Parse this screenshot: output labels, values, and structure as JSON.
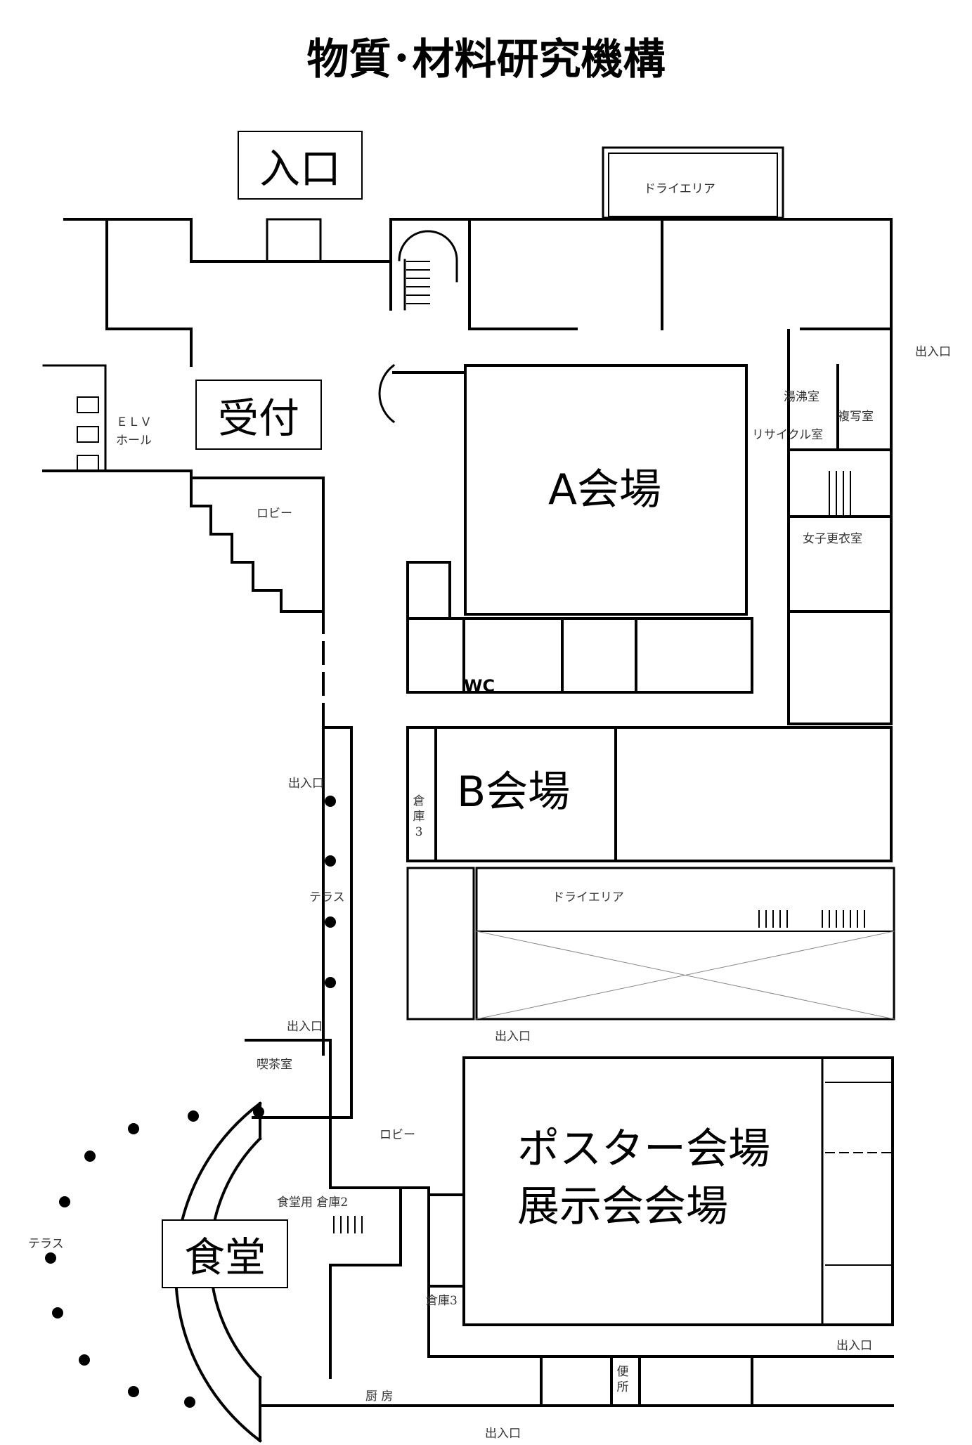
{
  "title": "物質･材料研究機構",
  "labels": {
    "entrance": "入口",
    "reception": "受付",
    "cafeteria": "食堂",
    "hall_a": "A会場",
    "hall_b": "B会場",
    "poster_line1": "ポスター会場",
    "poster_line2": "展示会会場"
  },
  "rooms": {
    "dry_area_top": "ドライエリア",
    "dry_area_mid": "ドライエリア",
    "elv": "ＥＬＶ",
    "elv_hall": "ホール",
    "lobby_upper": "ロビー",
    "lobby_lower": "ロビー",
    "boiler": "湯沸室",
    "copy": "複写室",
    "recycle": "リサイクル室",
    "women_locker": "女子更衣室",
    "wc": "WC",
    "storage3_a_1": "倉",
    "storage3_a_2": "庫",
    "storage3_a_3": "3",
    "storage3_b": "倉庫3",
    "storage2": "食堂用 倉庫2",
    "terrace": "テラス",
    "terrace2": "テラス",
    "tea_room": "喫茶室",
    "kitchen": "厨 房",
    "toilet_1": "便",
    "toilet_2": "所",
    "exit1": "出入口",
    "exit2": "出入口",
    "exit3": "出入口",
    "exit4": "出入口",
    "exit5": "出入口",
    "exit6": "出入口"
  }
}
